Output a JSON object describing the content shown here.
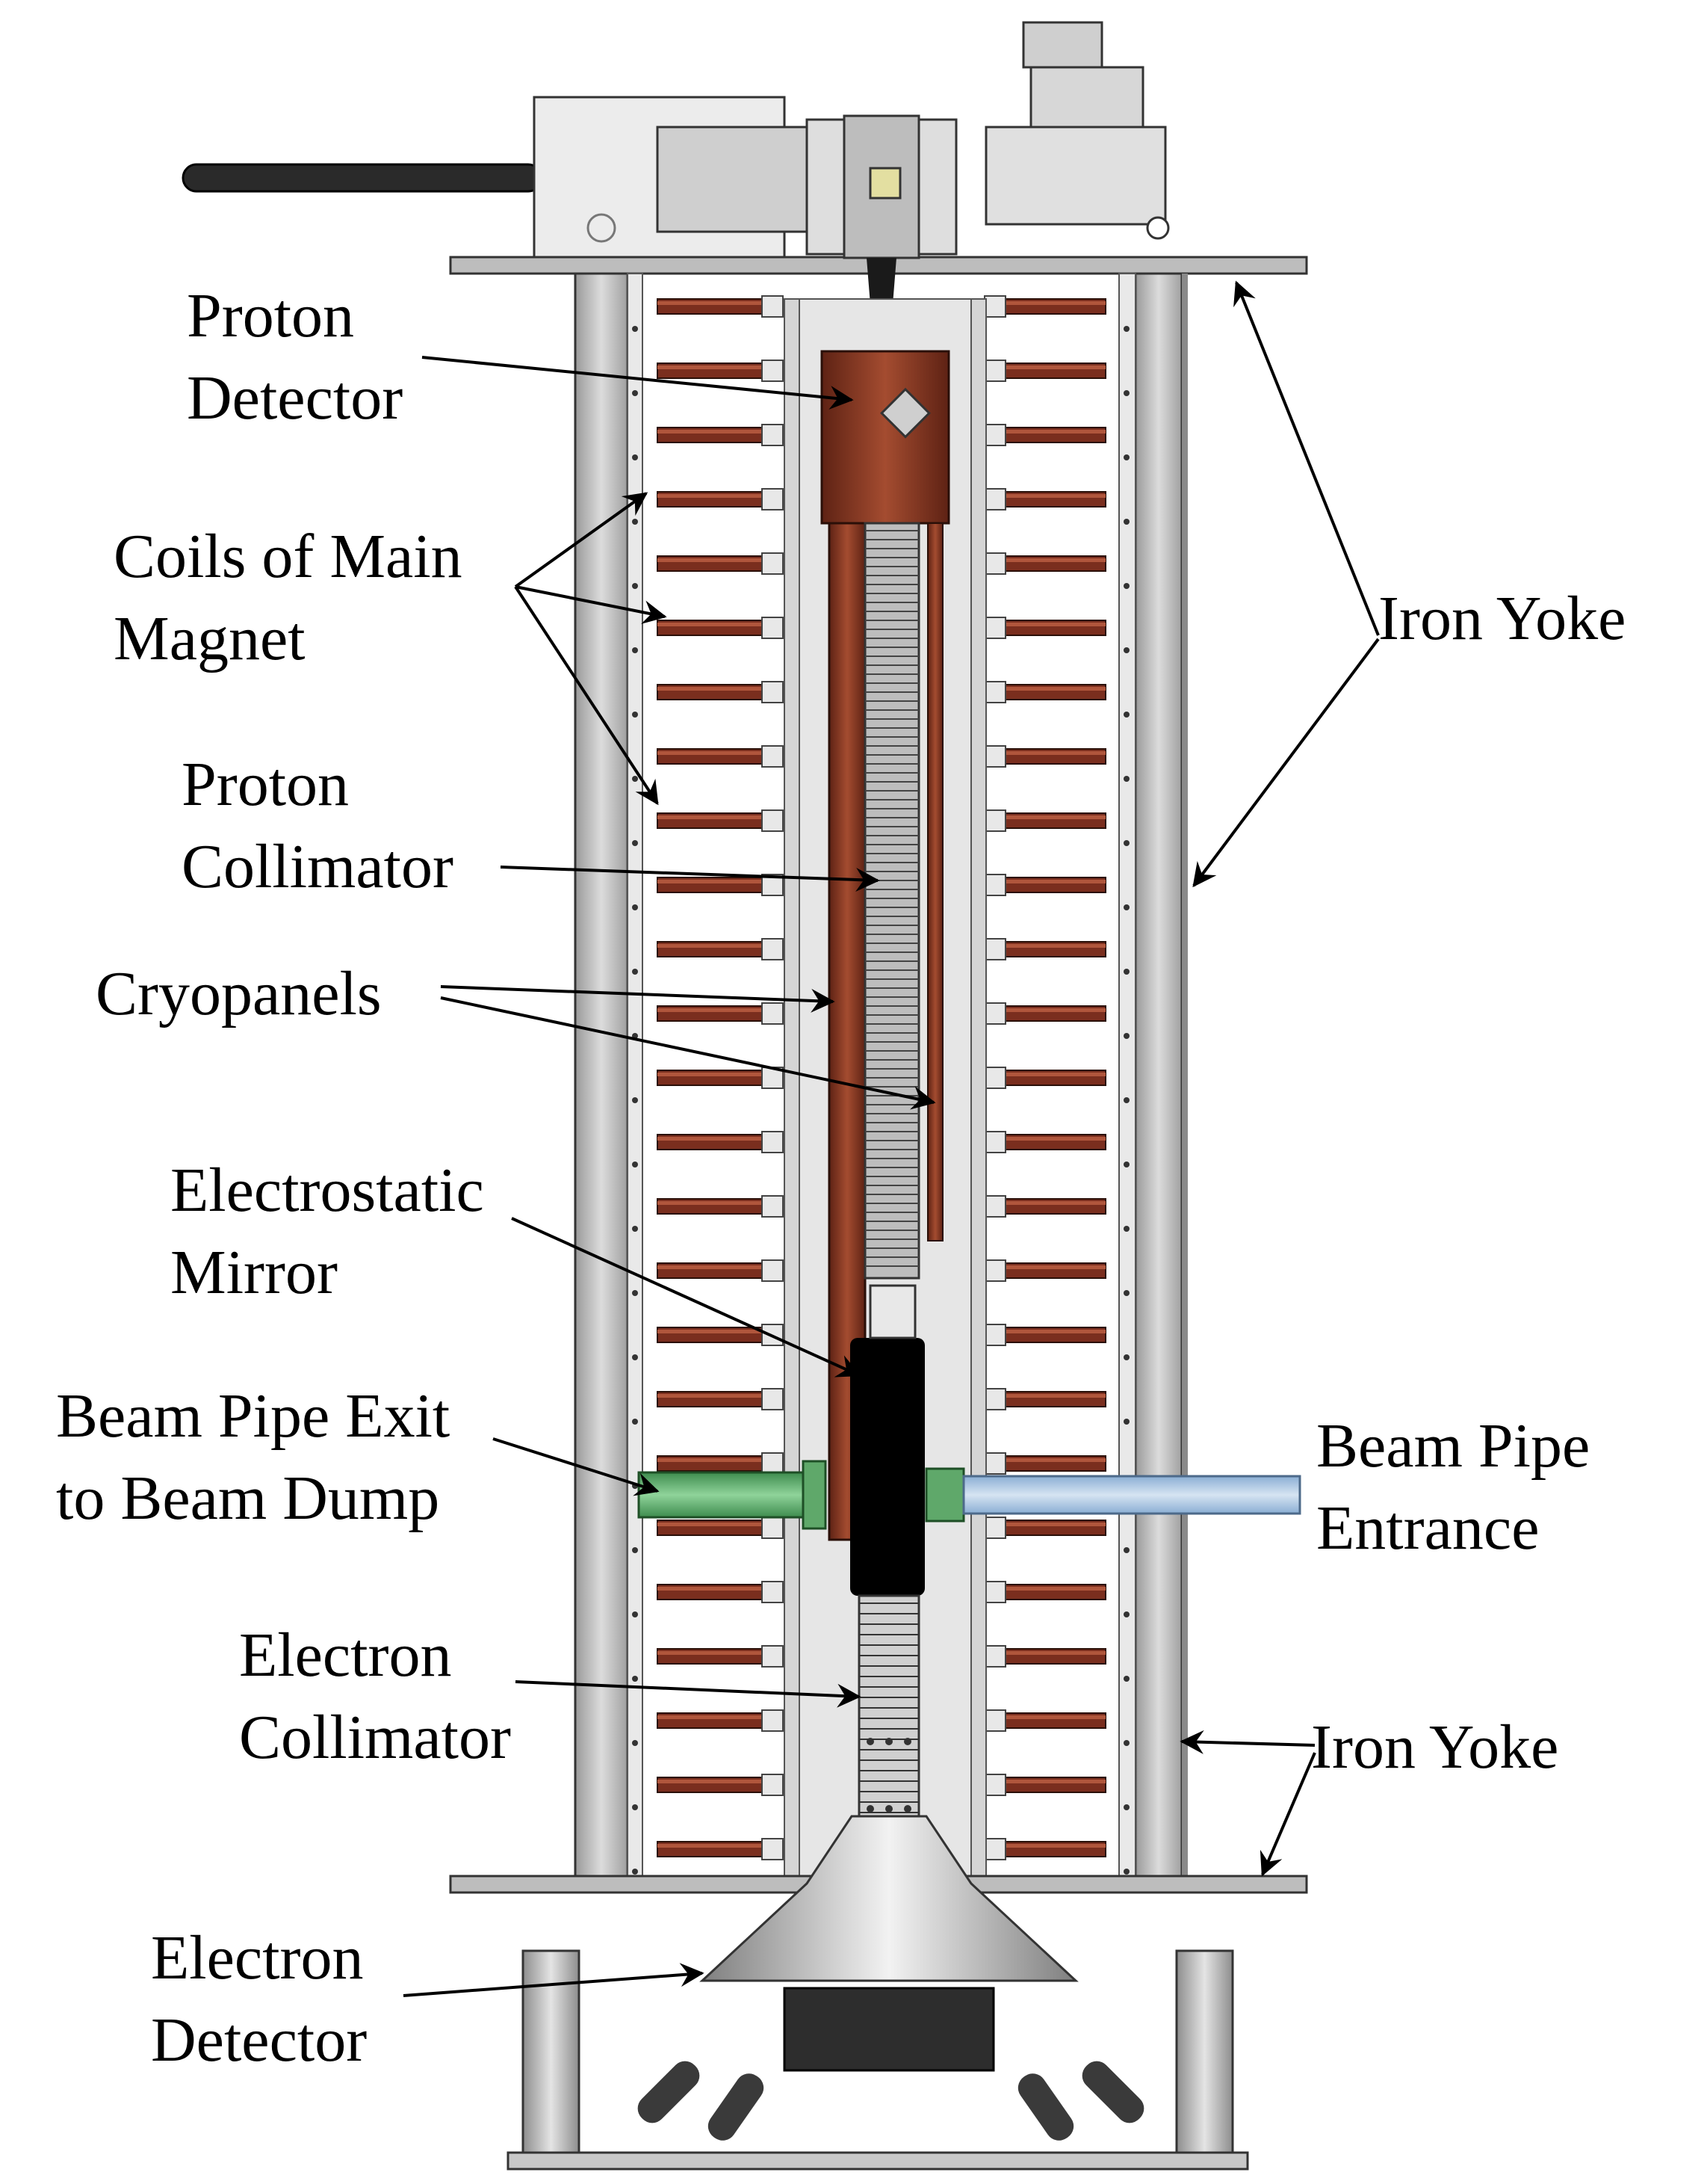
{
  "labels": {
    "proton_detector": [
      "Proton",
      "Detector"
    ],
    "coils_main_magnet": [
      "Coils of Main",
      "Magnet"
    ],
    "proton_collimator": [
      "Proton",
      "Collimator"
    ],
    "cryopanels": [
      "Cryopanels"
    ],
    "electrostatic_mirror": [
      "Electrostatic",
      "Mirror"
    ],
    "beam_pipe_exit": [
      "Beam Pipe Exit",
      "to Beam Dump"
    ],
    "electron_collimator": [
      "Electron",
      "Collimator"
    ],
    "electron_detector": [
      "Electron",
      "Detector"
    ],
    "iron_yoke_upper": [
      "Iron Yoke"
    ],
    "beam_pipe_entrance": [
      "Beam Pipe",
      "Entrance"
    ],
    "iron_yoke_lower": [
      "Iron Yoke"
    ]
  },
  "colors": {
    "coil": "#7a2e1e",
    "coil_highlight": "#b0563c",
    "yoke": "#c9c9c9",
    "yoke_dark": "#7b7b7b",
    "copper": "#8b3a22",
    "exit_pipe": "#5fa86a",
    "entrance_pipe": "#a9c4e0",
    "mirror": "#000000",
    "steel": "#b5b5b5"
  }
}
